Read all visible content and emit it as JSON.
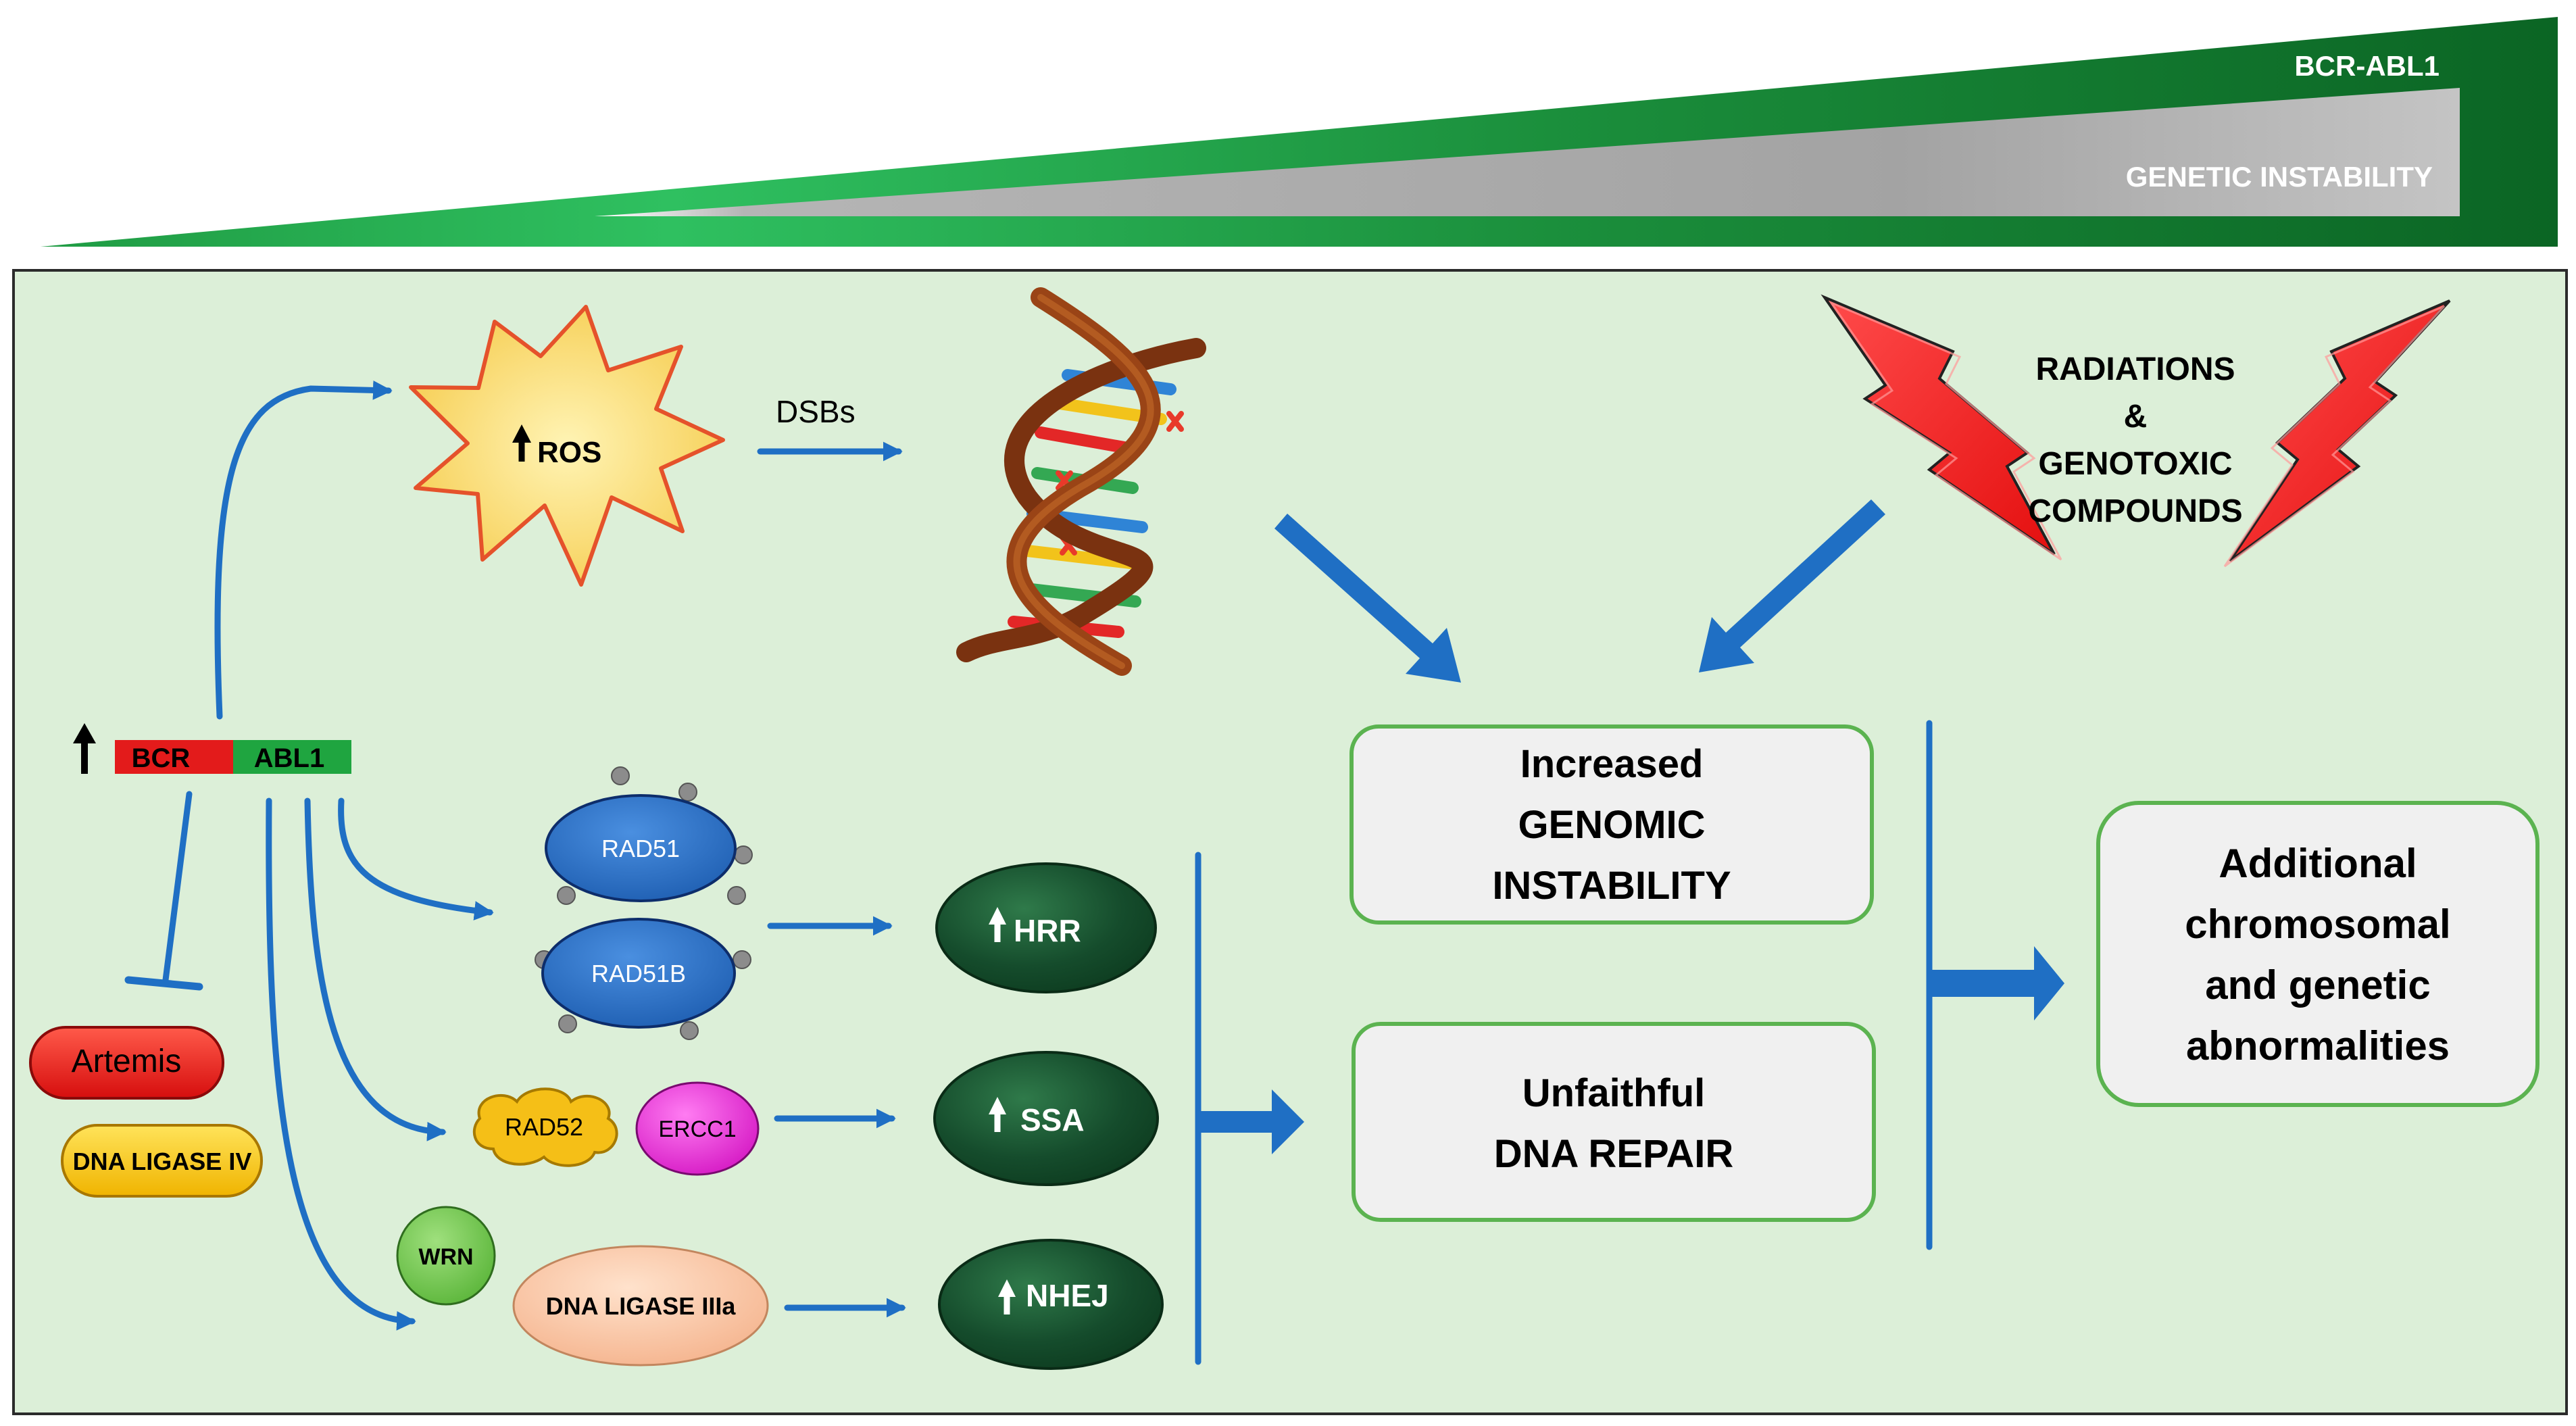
{
  "gradient_labels": {
    "bcr_abl1": "BCR-ABL1",
    "genetic_instability": "GENETIC INSTABILITY"
  },
  "fusion_gene": {
    "bcr": "BCR",
    "abl1": "ABL1"
  },
  "ros": "ROS",
  "dsbs": "DSBs",
  "radiation_lines": [
    "RADIATIONS",
    "&",
    "GENOTOXIC",
    "COMPOUNDS"
  ],
  "proteins": {
    "rad51": "RAD51",
    "rad51b": "RAD51B",
    "rad52": "RAD52",
    "ercc1": "ERCC1",
    "wrn": "WRN",
    "dna_ligase_3a": "DNA LIGASE IIIa",
    "artemis": "Artemis",
    "dna_ligase_4": "DNA LIGASE IV"
  },
  "pathways": {
    "hrr": "HRR",
    "ssa": "SSA",
    "nhej": "NHEJ"
  },
  "outcome_boxes": {
    "genomic_instability": [
      "Increased",
      "GENOMIC",
      "INSTABILITY"
    ],
    "unfaithful_repair": [
      "Unfaithful",
      "DNA REPAIR"
    ],
    "abnormalities": [
      "Additional",
      "chromosomal",
      "and genetic",
      "abnormalities"
    ]
  },
  "colors": {
    "arrow_blue": "#1f6fc4",
    "panel_bg": "#dcefd8",
    "gradient_green": "#0f7a2c",
    "bcr_red": "#e31b1b",
    "abl1_green": "#1fa540",
    "box_border": "#5bb350"
  }
}
